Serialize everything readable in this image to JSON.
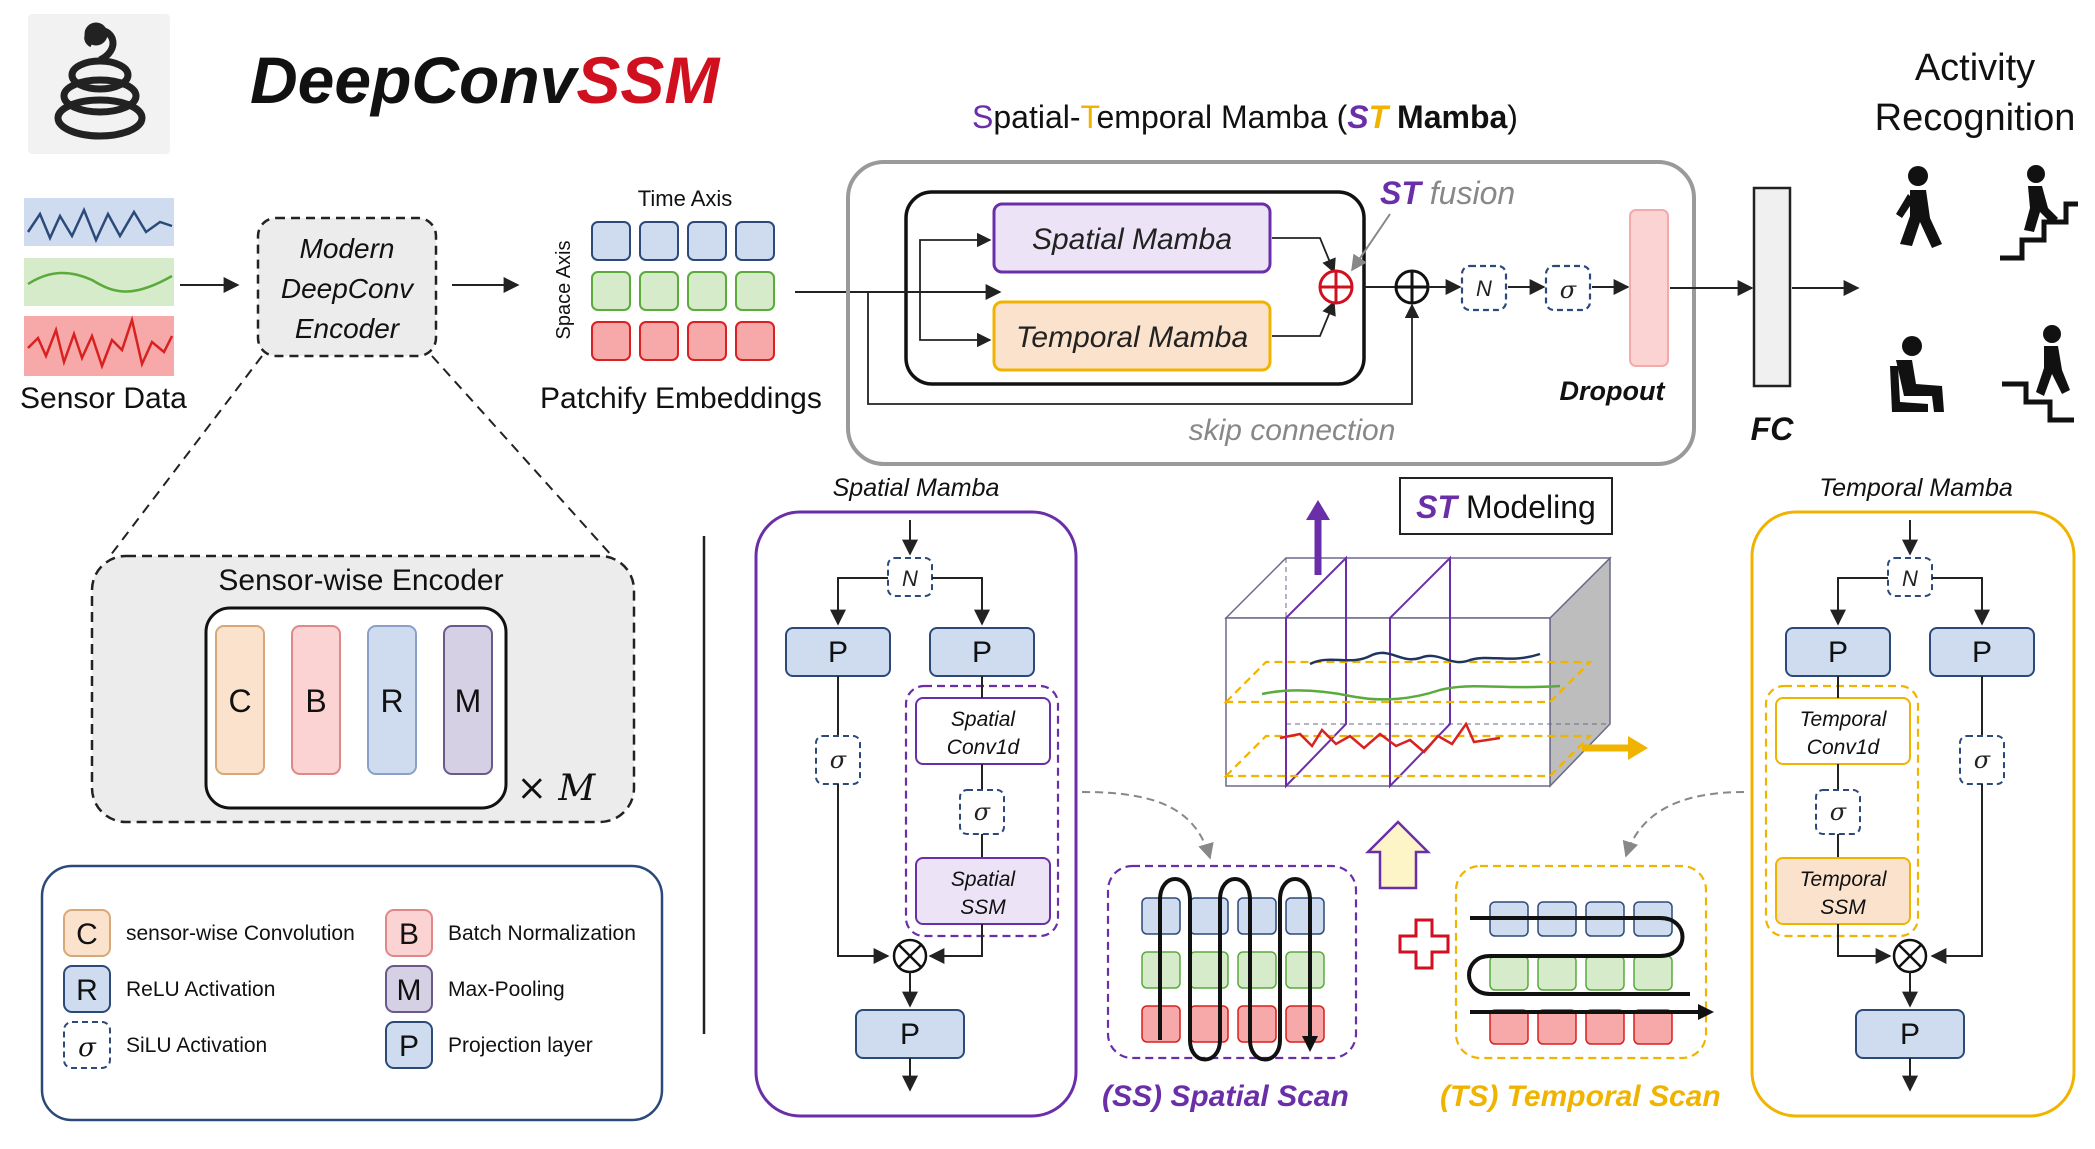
{
  "title": {
    "part1": "DeepConv",
    "part2": "SSM"
  },
  "colors": {
    "ssm_red": "#d0101f",
    "purple": "#6a2fa8",
    "gold": "#f0b400",
    "blue_fill": "#cfdcf0",
    "blue_stroke": "#2b4a7a",
    "green_fill": "#d6ebc9",
    "green_stroke": "#5aaa3c",
    "red_fill": "#f7a9a9",
    "red_stroke": "#d92121",
    "peach_fill": "#fbe2cc",
    "pink_fill": "#fbd3d3",
    "lav_fill": "#d6d0e4",
    "lav_stroke": "#6a5a8a"
  },
  "logo_icon": "snake-logo-icon",
  "sensor": {
    "label": "Sensor Data"
  },
  "encoder": {
    "line1": "Modern",
    "line2": "DeepConv",
    "line3": "Encoder"
  },
  "patchify": {
    "time_axis": "Time Axis",
    "space_axis": "Space Axis",
    "label": "Patchify Embeddings"
  },
  "st_mamba": {
    "title_s": "S",
    "title_rest1": "patial-",
    "title_t": "T",
    "title_rest2": "emporal Mamba (",
    "title_st_s": "S",
    "title_st_t": "T",
    "title_mamba": " Mamba",
    "title_close": ")",
    "spatial": "Spatial Mamba",
    "temporal": "Temporal Mamba",
    "fusion_st": "ST",
    "fusion_word": " fusion",
    "norm": "N",
    "sigma": "σ",
    "dropout": "Dropout",
    "skip": "skip connection"
  },
  "fc": "FC",
  "activity": {
    "line1": "Activity",
    "line2": "Recognition",
    "icons": [
      "walking-icon",
      "stairs-up-icon",
      "sitting-icon",
      "stairs-down-icon"
    ]
  },
  "sensor_wise": {
    "title": "Sensor-wise Encoder",
    "blocks": [
      "C",
      "B",
      "R",
      "M"
    ],
    "repeat": "× M"
  },
  "legend": {
    "items": [
      {
        "sym": "C",
        "text": "sensor-wise Convolution"
      },
      {
        "sym": "B",
        "text": "Batch Normalization"
      },
      {
        "sym": "R",
        "text": "ReLU Activation"
      },
      {
        "sym": "M",
        "text": "Max-Pooling"
      },
      {
        "sym": "σ",
        "text": "SiLU Activation"
      },
      {
        "sym": "P",
        "text": "Projection layer"
      }
    ]
  },
  "spatial_detail": {
    "title": "Spatial Mamba",
    "norm": "N",
    "proj": "P",
    "sigma": "σ",
    "conv_l1": "Spatial",
    "conv_l2": "Conv1d",
    "ssm_l1": "Spatial",
    "ssm_l2": "SSM"
  },
  "temporal_detail": {
    "title": "Temporal Mamba",
    "norm": "N",
    "proj": "P",
    "sigma": "σ",
    "conv_l1": "Temporal",
    "conv_l2": "Conv1d",
    "ssm_l1": "Temporal",
    "ssm_l2": "SSM"
  },
  "st_modeling": {
    "st": "ST",
    "word": " Modeling"
  },
  "scans": {
    "ss_open": "(",
    "ss_abbr": "SS",
    "ss_close": ") ",
    "ss_s1": "S",
    "ss_w1": "patial ",
    "ss_s2": "S",
    "ss_w2": "can",
    "ts_open": "(",
    "ts_abbr": "TS",
    "ts_close": ") ",
    "ts_t1": "T",
    "ts_w1": "emporal ",
    "ts_s2": "S",
    "ts_w2": "can"
  }
}
